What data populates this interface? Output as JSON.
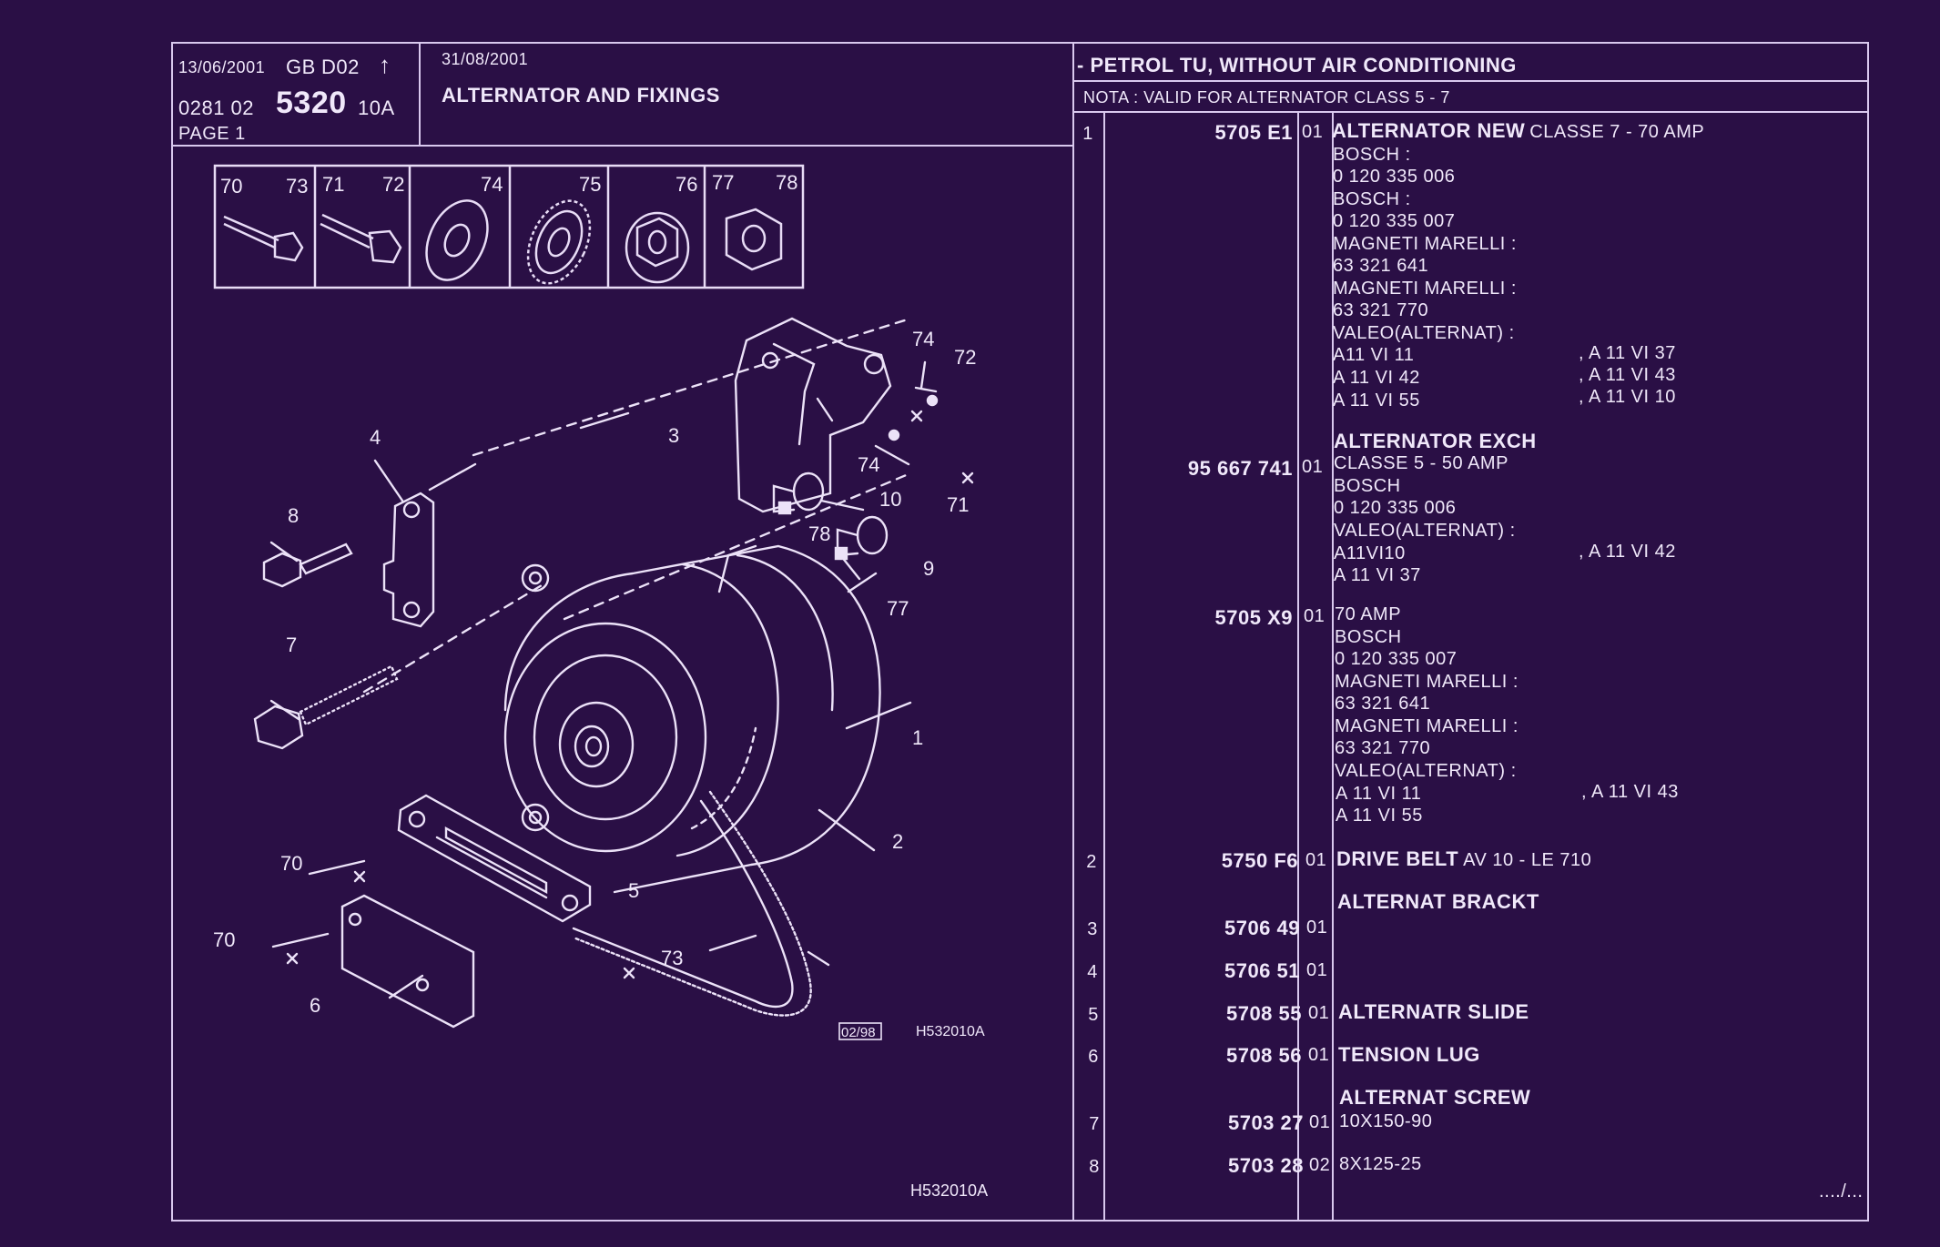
{
  "header": {
    "date1": "13/06/2001",
    "gb": "GB",
    "d02": "D02",
    "arrow": "↑",
    "ref_prefix": "0281 02",
    "ref_main": "5320",
    "ref_suffix": "10A",
    "page": "PAGE 1",
    "date2": "31/08/2001",
    "title": "ALTERNATOR AND FIXINGS",
    "right_title": "- PETROL TU, WITHOUT AIR CONDITIONING",
    "nota": "NOTA : VALID FOR ALTERNATOR CLASS 5 - 7"
  },
  "fastener_legend": [
    {
      "label_a": "70",
      "label_b": "73"
    },
    {
      "label_a": "71",
      "label_b": "72"
    },
    {
      "label_a": "",
      "label_b": "74"
    },
    {
      "label_a": "",
      "label_b": "75"
    },
    {
      "label_a": "",
      "label_b": "76"
    },
    {
      "label_a": "77",
      "label_b": "78"
    }
  ],
  "diagram": {
    "callouts": [
      "1",
      "2",
      "3",
      "4",
      "5",
      "6",
      "7",
      "8",
      "9",
      "10",
      "70",
      "70",
      "71",
      "72",
      "73",
      "74",
      "74",
      "77",
      "78"
    ],
    "date_box": "02/98",
    "ref": "H532010A",
    "ref_bottom": "H532010A"
  },
  "parts": {
    "p1_num": "1",
    "p1a_code": "5705 E1",
    "p1a_qty": "01",
    "p1a_title": "ALTERNATOR NEW",
    "p1a_title_rest": "CLASSE 7 - 70 AMP",
    "p1a_lines": [
      "BOSCH :",
      "0 120 335 006",
      "BOSCH :",
      "0 120 335 007",
      "MAGNETI MARELLI :",
      "63 321 641",
      "MAGNETI MARELLI :",
      "63 321 770",
      "VALEO(ALTERNAT) :"
    ],
    "p1a_v1": "A11 VI 11",
    "p1a_v1r": ", A 11 VI 37",
    "p1a_v2": "A 11 VI 42",
    "p1a_v2r": ", A 11 VI 43",
    "p1a_v3": "A 11 VI 55",
    "p1a_v3r": ", A 11 VI 10",
    "p1b_title": "ALTERNATOR EXCH",
    "p1b_code": "95 667 741",
    "p1b_qty": "01",
    "p1b_lines": [
      "CLASSE 5 - 50 AMP",
      "BOSCH",
      "0 120 335 006",
      "VALEO(ALTERNAT) :"
    ],
    "p1b_v1": "A11VI10",
    "p1b_v1r": ", A 11 VI 42",
    "p1b_v2": "A 11 VI 37",
    "p1c_code": "5705 X9",
    "p1c_qty": "01",
    "p1c_lines": [
      "70 AMP",
      "BOSCH",
      "0 120 335 007",
      "MAGNETI MARELLI :",
      "63 321 641",
      "MAGNETI MARELLI :",
      "63 321 770",
      "VALEO(ALTERNAT) :"
    ],
    "p1c_v1": "A 11 VI 11",
    "p1c_v1r": ", A 11 VI 43",
    "p1c_v2": "A 11 VI 55",
    "p2_num": "2",
    "p2_code": "5750 F6",
    "p2_qty": "01",
    "p2_title": "DRIVE BELT",
    "p2_rest": "AV 10 - LE 710",
    "bracket_title": "ALTERNAT BRACKT",
    "p3_num": "3",
    "p3_code": "5706 49",
    "p3_qty": "01",
    "p4_num": "4",
    "p4_code": "5706 51",
    "p4_qty": "01",
    "p5_num": "5",
    "p5_code": "5708 55",
    "p5_qty": "01",
    "p5_title": "ALTERNATR SLIDE",
    "p6_num": "6",
    "p6_code": "5708 56",
    "p6_qty": "01",
    "p6_title": "TENSION LUG",
    "screw_title": "ALTERNAT SCREW",
    "p7_num": "7",
    "p7_code": "5703 27",
    "p7_qty": "01",
    "p7_rest": "10X150-90",
    "p8_num": "8",
    "p8_code": "5703 28",
    "p8_qty": "02",
    "p8_rest": "8X125-25",
    "continued": "..../..."
  }
}
